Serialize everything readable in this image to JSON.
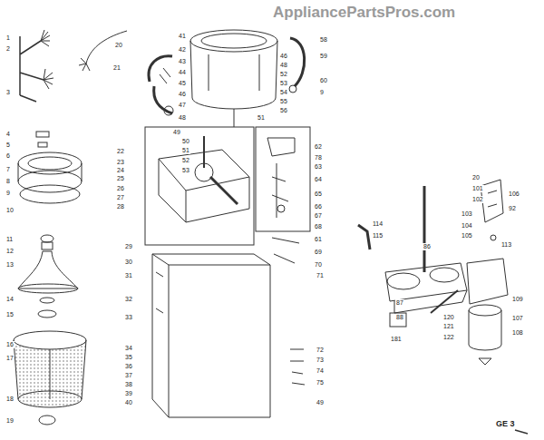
{
  "diagram": {
    "labels": [
      "AppliancePartsPros.com",
      "1",
      "2",
      "3",
      "4",
      "5",
      "6",
      "7",
      "8",
      "9",
      "10",
      "11",
      "12",
      "13",
      "14",
      "15",
      "16",
      "17",
      "18",
      "19",
      "20",
      "21",
      "22",
      "23",
      "24",
      "25",
      "26",
      "27",
      "28",
      "29",
      "30",
      "31",
      "32",
      "33",
      "34",
      "35",
      "36",
      "37",
      "38",
      "39",
      "40",
      "41",
      "42",
      "43",
      "44",
      "45",
      "46",
      "47",
      "48",
      "49",
      "50",
      "51",
      "52",
      "53",
      "46",
      "48",
      "52",
      "53",
      "54",
      "55",
      "56",
      "58",
      "59",
      "60",
      "9",
      "51",
      "62",
      "78",
      "63",
      "64",
      "65",
      "66",
      "67",
      "68",
      "61",
      "69",
      "70",
      "71",
      "72",
      "73",
      "74",
      "75",
      "49",
      "114",
      "115",
      "86",
      "87",
      "88",
      "120",
      "121",
      "122",
      "181",
      "20",
      "101",
      "102",
      "103",
      "104",
      "105",
      "106",
      "92",
      "113",
      "109",
      "107",
      "108",
      "GE 3"
    ]
  }
}
